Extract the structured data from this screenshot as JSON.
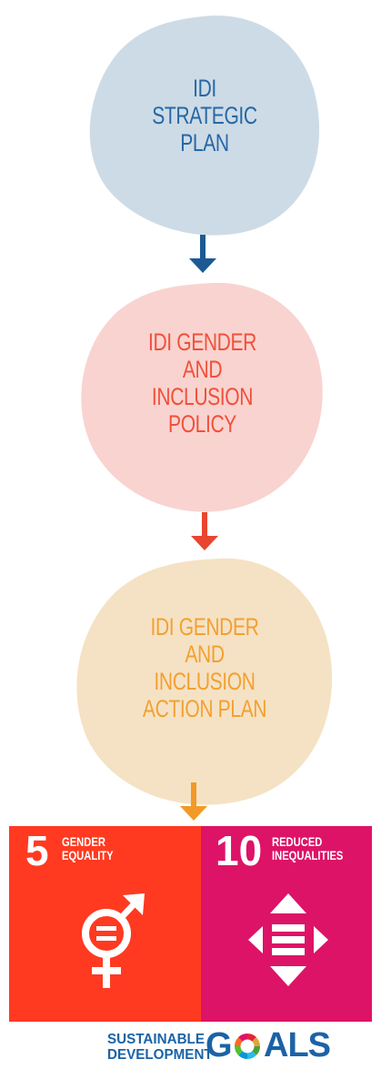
{
  "colors": {
    "blob1": "#cddbe6",
    "blob1_text": "#2668a5",
    "arrow1": "#1c5a94",
    "blob2": "#f9d3cf",
    "blob2_text": "#f0503b",
    "arrow2": "#e9452f",
    "blob3": "#f5e2c4",
    "blob3_text": "#f3a031",
    "arrow3": "#f19a27",
    "goal5": "#ff3a21",
    "goal10": "#dd1367",
    "sdg_blue": "#1b63a6"
  },
  "blobs": [
    {
      "line1": "IDI",
      "line2": "STRATEGIC",
      "line3": "PLAN",
      "line4": ""
    },
    {
      "line1": "IDI GENDER",
      "line2": "AND",
      "line3": "INCLUSION",
      "line4": "POLICY"
    },
    {
      "line1": "IDI GENDER",
      "line2": "AND",
      "line3": "INCLUSION",
      "line4": "ACTION PLAN"
    }
  ],
  "goal5": {
    "number": "5",
    "label_line1": "GENDER",
    "label_line2": "EQUALITY",
    "icon": "gender-equality-icon"
  },
  "goal10": {
    "number": "10",
    "label_line1": "REDUCED",
    "label_line2": "INEQUALITIES",
    "icon": "reduced-inequalities-icon"
  },
  "footer": {
    "line1": "SUSTAINABLE",
    "line2": "DEVELOPMENT",
    "goals_word_g": "G",
    "goals_word_rest": "ALS"
  }
}
